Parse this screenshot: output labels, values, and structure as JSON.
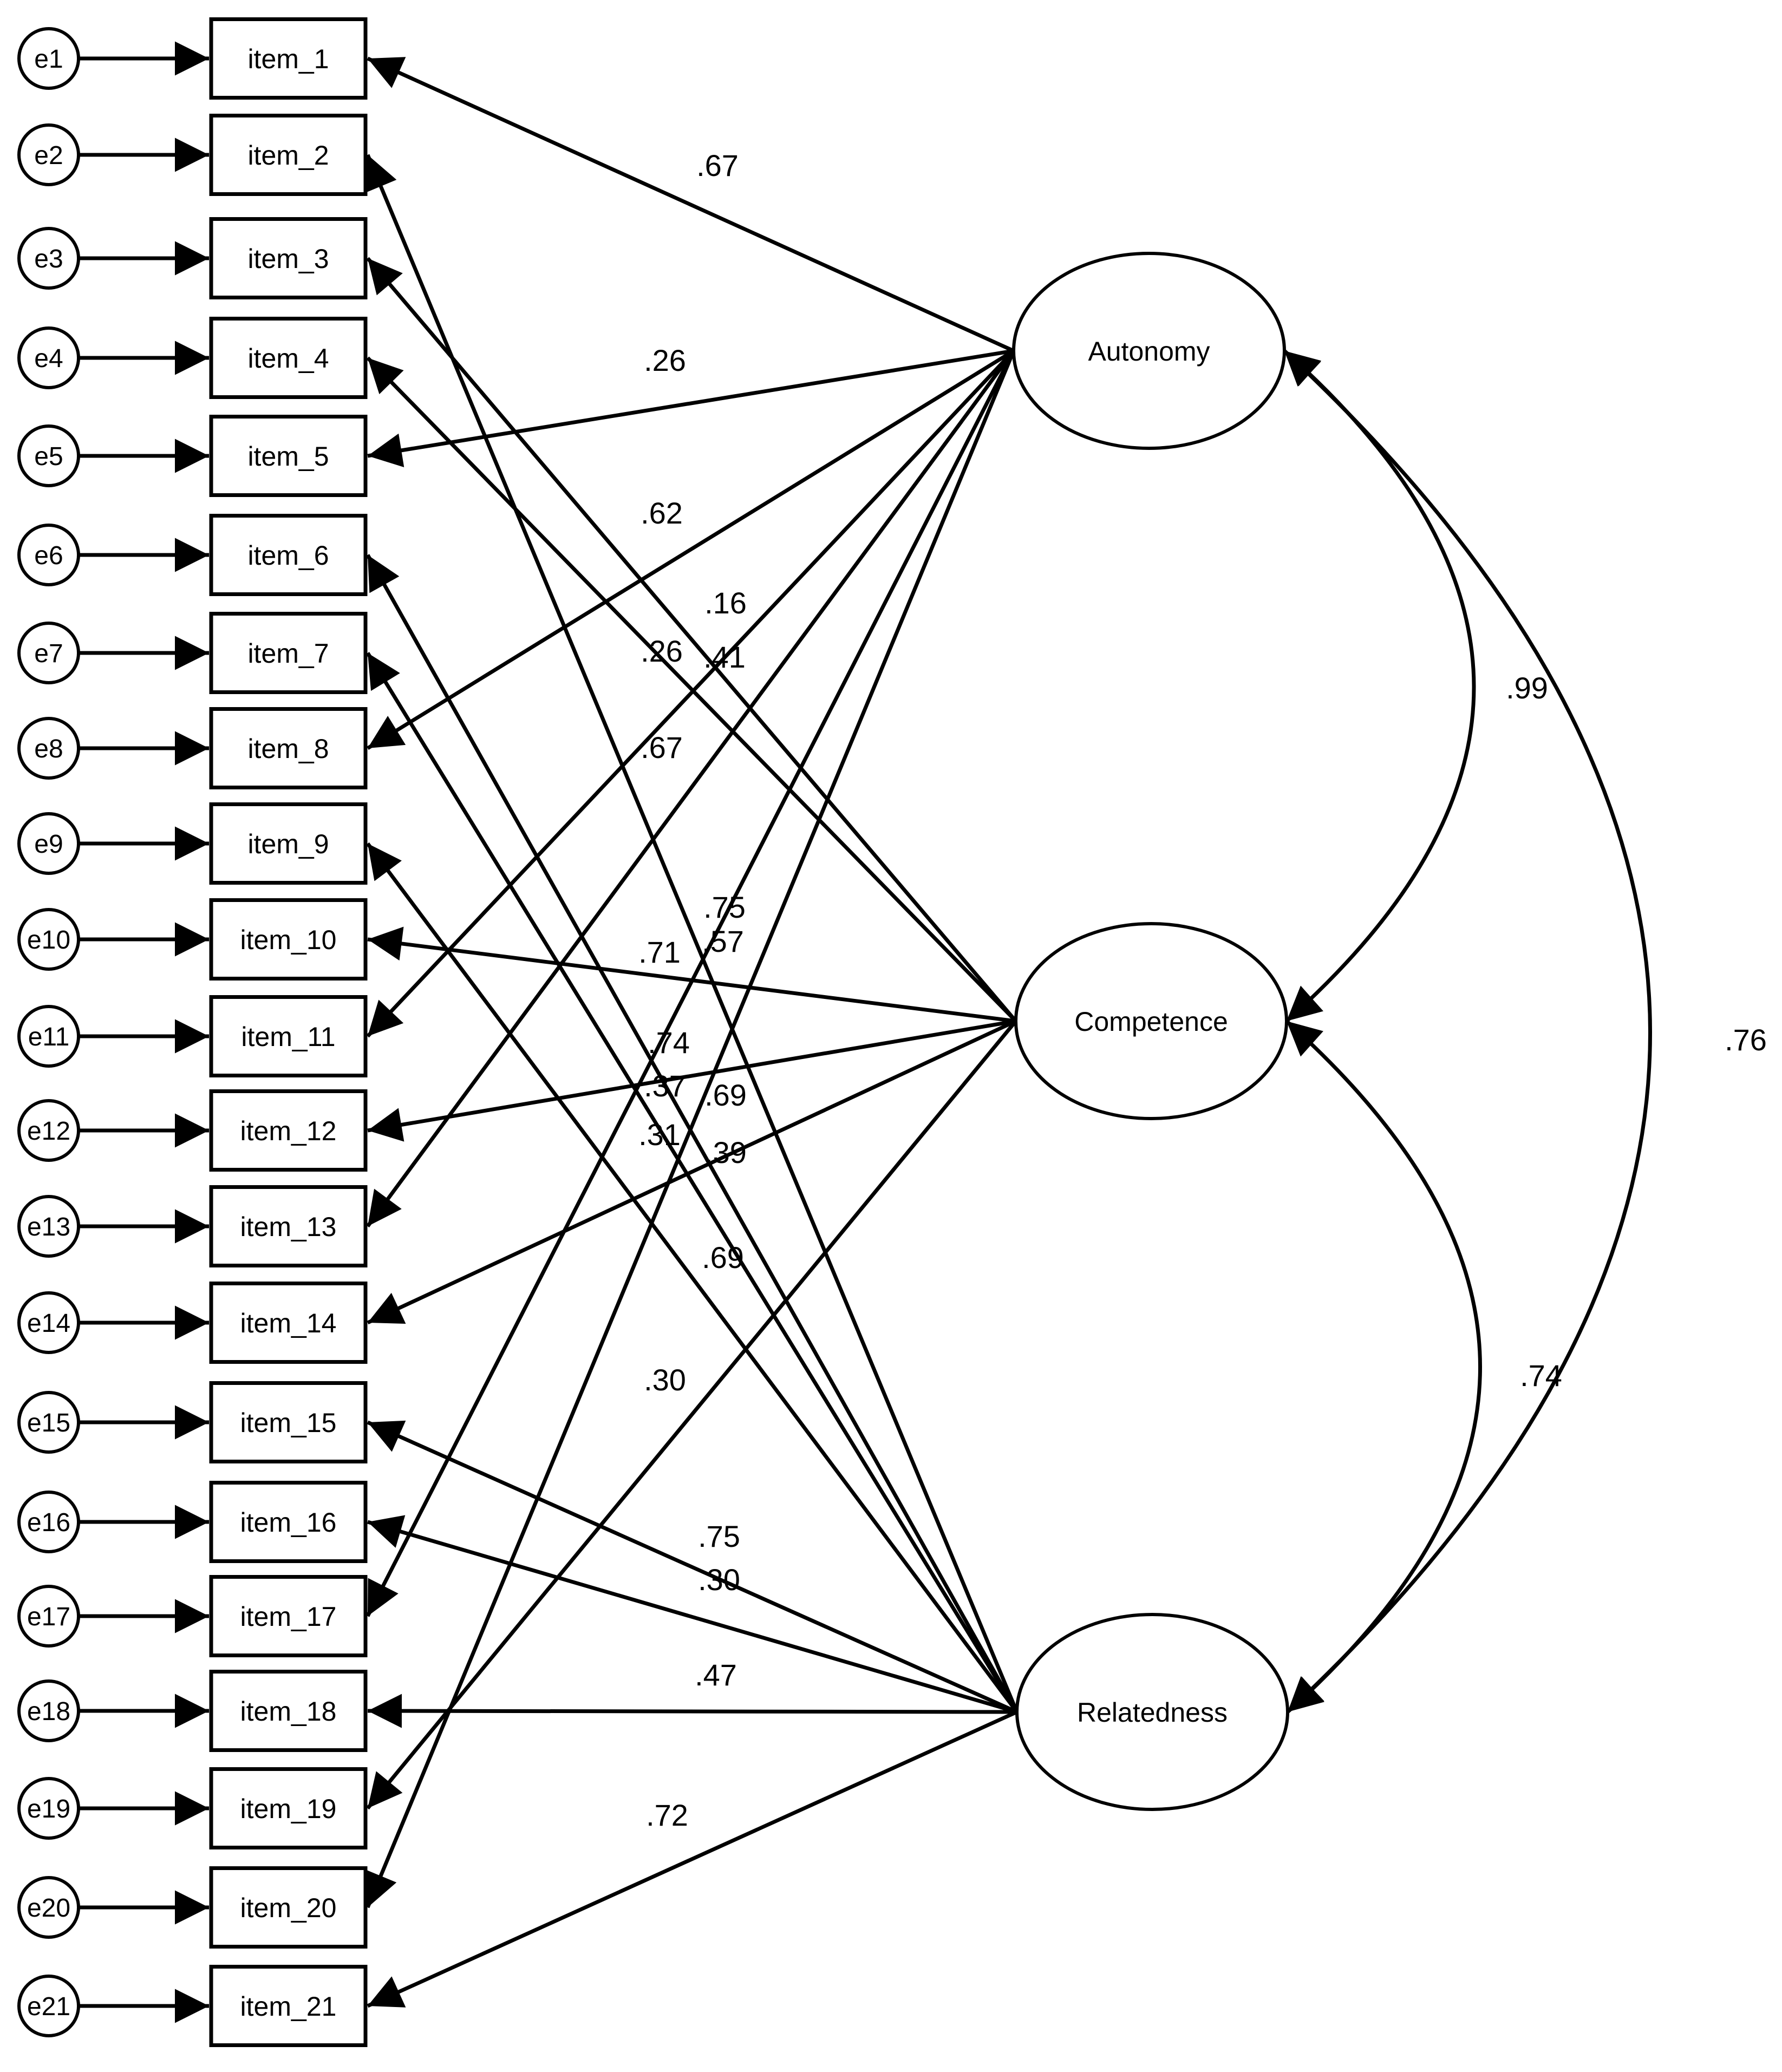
{
  "errors": [
    "e1",
    "e2",
    "e3",
    "e4",
    "e5",
    "e6",
    "e7",
    "e8",
    "e9",
    "e10",
    "e11",
    "e12",
    "e13",
    "e14",
    "e15",
    "e16",
    "e17",
    "e18",
    "e19",
    "e20",
    "e21"
  ],
  "items": [
    "item_1",
    "item_2",
    "item_3",
    "item_4",
    "item_5",
    "item_6",
    "item_7",
    "item_8",
    "item_9",
    "item_10",
    "item_11",
    "item_12",
    "item_13",
    "item_14",
    "item_15",
    "item_16",
    "item_17",
    "item_18",
    "item_19",
    "item_20",
    "item_21"
  ],
  "factors": {
    "autonomy": "Autonomy",
    "competence": "Competence",
    "relatedness": "Relatedness"
  },
  "loadings": [
    {
      "factor": "autonomy",
      "item": 1,
      "value": ".67"
    },
    {
      "factor": "relatedness",
      "item": 2,
      "value": ".75"
    },
    {
      "factor": "competence",
      "item": 3,
      "value": ".16"
    },
    {
      "factor": "competence",
      "item": 4,
      "value": ".41"
    },
    {
      "factor": "autonomy",
      "item": 5,
      "value": ".26"
    },
    {
      "factor": "relatedness",
      "item": 6,
      "value": ".37"
    },
    {
      "factor": "relatedness",
      "item": 7,
      "value": ".31"
    },
    {
      "factor": "autonomy",
      "item": 8,
      "value": ".62"
    },
    {
      "factor": "relatedness",
      "item": 9,
      "value": ".69"
    },
    {
      "factor": "competence",
      "item": 10,
      "value": ".71"
    },
    {
      "factor": "autonomy",
      "item": 11,
      "value": ".67"
    },
    {
      "factor": "competence",
      "item": 12,
      "value": ".74"
    },
    {
      "factor": "autonomy",
      "item": 13,
      "value": ".57"
    },
    {
      "factor": "competence",
      "item": 14,
      "value": ".39"
    },
    {
      "factor": "relatedness",
      "item": 15,
      "value": ".75"
    },
    {
      "factor": "relatedness",
      "item": 16,
      "value": ".30"
    },
    {
      "factor": "autonomy",
      "item": 17,
      "value": ".26"
    },
    {
      "factor": "relatedness",
      "item": 18,
      "value": ".47"
    },
    {
      "factor": "competence",
      "item": 19,
      "value": ".30"
    },
    {
      "factor": "autonomy",
      "item": 20,
      "value": ".69"
    },
    {
      "factor": "relatedness",
      "item": 21,
      "value": ".72"
    }
  ],
  "covariances": [
    {
      "from": "autonomy",
      "to": "competence",
      "value": ".99"
    },
    {
      "from": "competence",
      "to": "relatedness",
      "value": ".74"
    },
    {
      "from": "autonomy",
      "to": "relatedness",
      "value": ".76"
    }
  ]
}
